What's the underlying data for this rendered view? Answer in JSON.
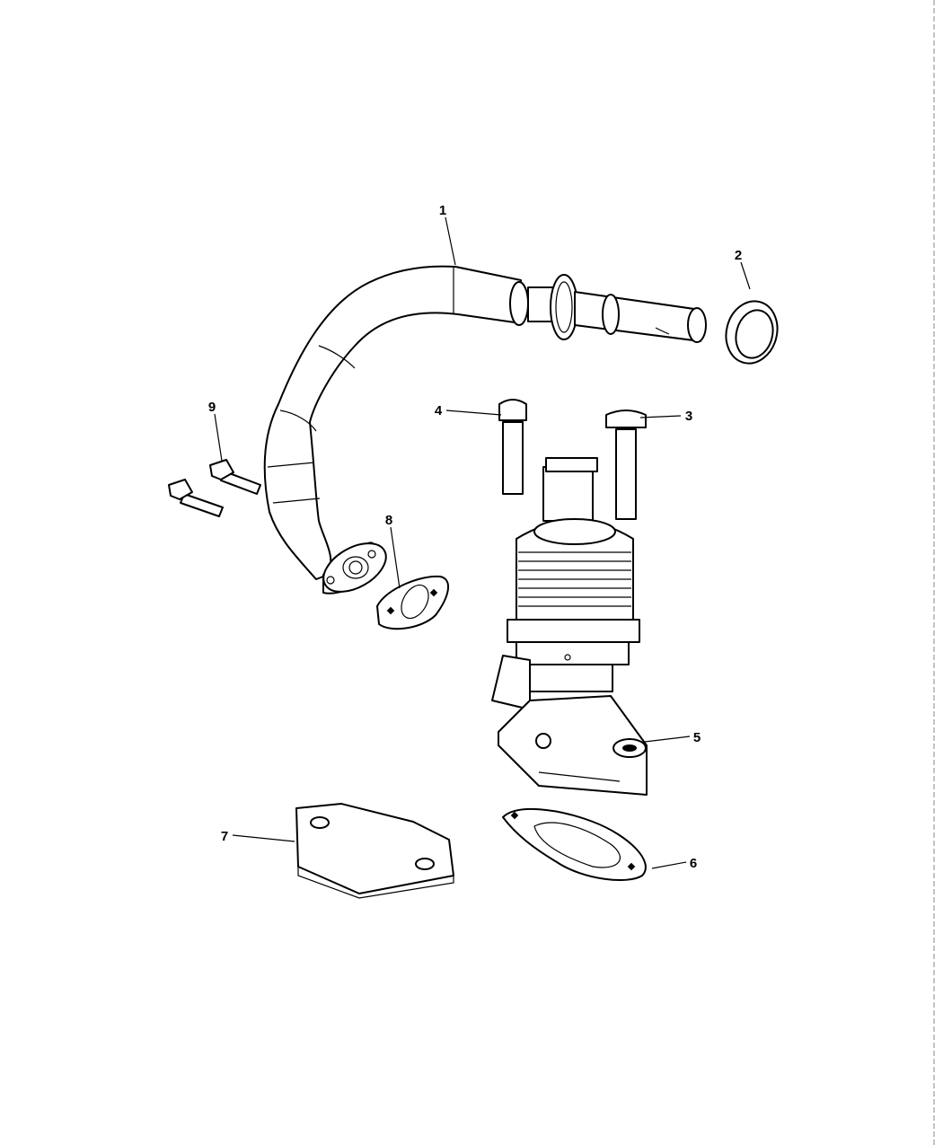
{
  "diagram": {
    "type": "exploded parts diagram",
    "callouts": [
      {
        "number": "1",
        "part": "egr-tube"
      },
      {
        "number": "2",
        "part": "gasket-ring"
      },
      {
        "number": "3",
        "part": "bolt"
      },
      {
        "number": "4",
        "part": "bolt"
      },
      {
        "number": "5",
        "part": "egr-valve"
      },
      {
        "number": "6",
        "part": "gasket"
      },
      {
        "number": "7",
        "part": "block-off-plate"
      },
      {
        "number": "8",
        "part": "gasket"
      },
      {
        "number": "9",
        "part": "bolt"
      }
    ],
    "colors": {
      "line": "#000000",
      "background": "#ffffff"
    }
  }
}
